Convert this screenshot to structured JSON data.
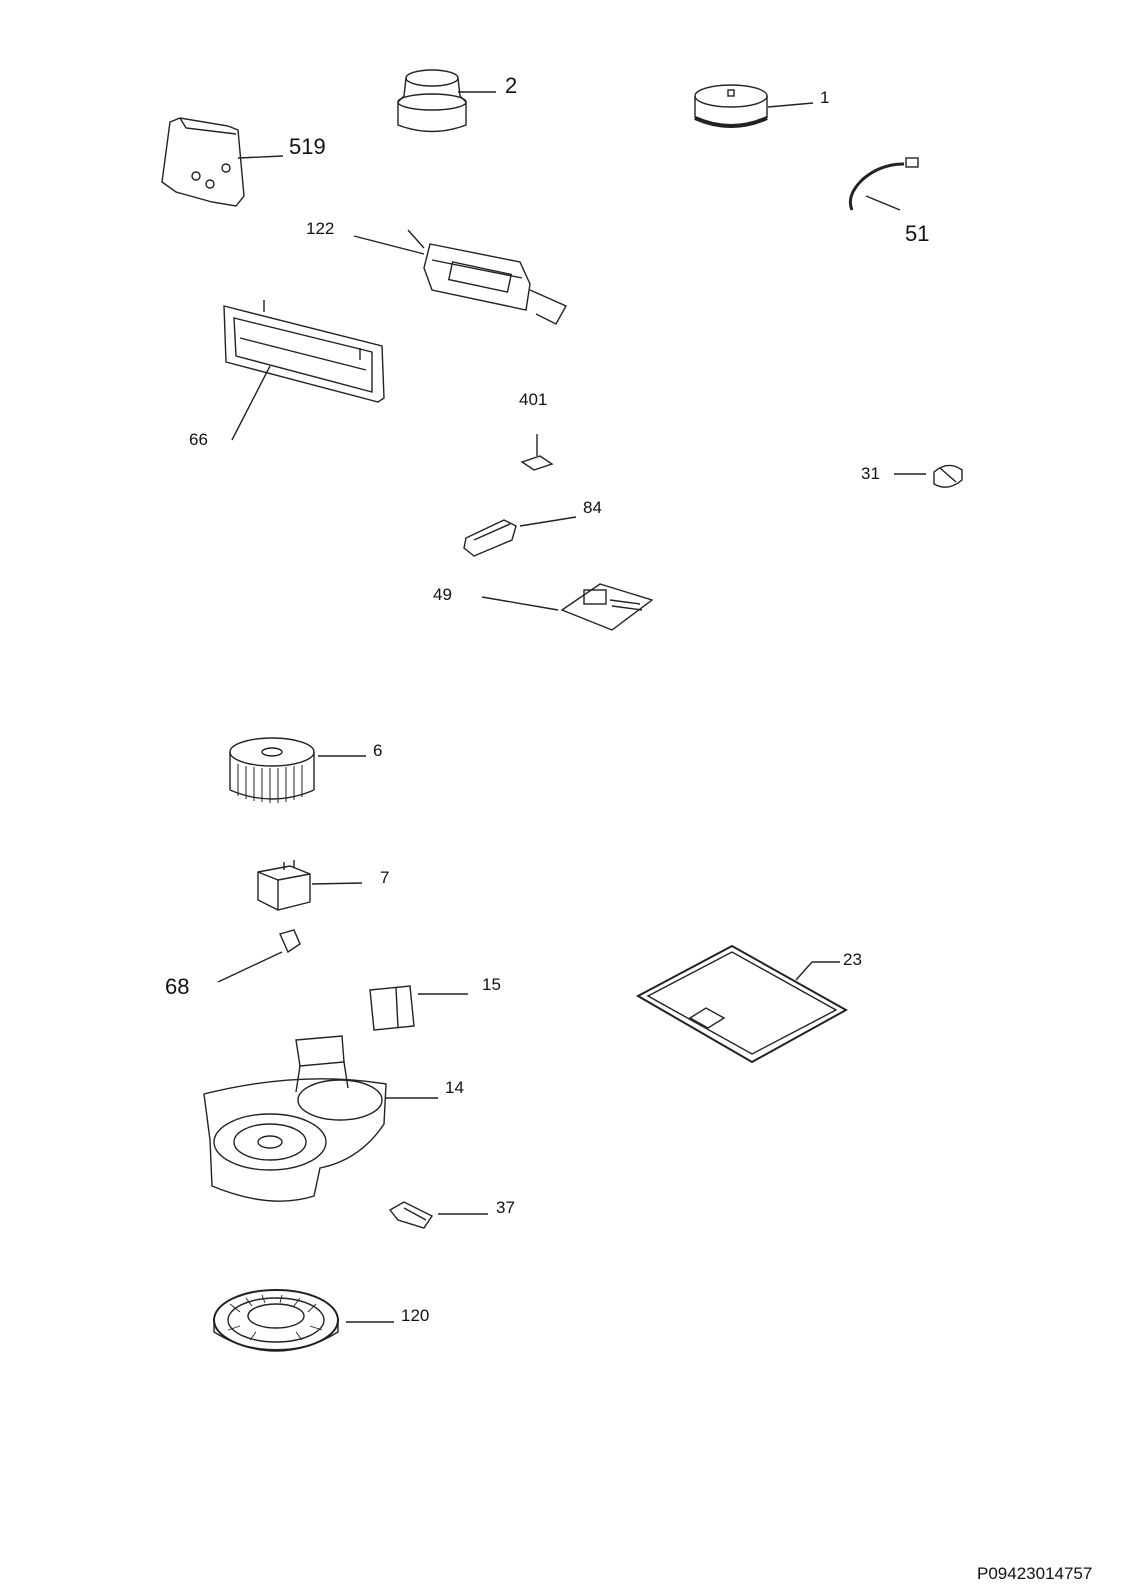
{
  "parts": [
    {
      "key": "p2",
      "number": "2"
    },
    {
      "key": "p1",
      "number": "1"
    },
    {
      "key": "p519",
      "number": "519"
    },
    {
      "key": "p51",
      "number": "51"
    },
    {
      "key": "p122",
      "number": "122"
    },
    {
      "key": "p66",
      "number": "66"
    },
    {
      "key": "p401",
      "number": "401"
    },
    {
      "key": "p31",
      "number": "31"
    },
    {
      "key": "p84",
      "number": "84"
    },
    {
      "key": "p49",
      "number": "49"
    },
    {
      "key": "p6",
      "number": "6"
    },
    {
      "key": "p7",
      "number": "7"
    },
    {
      "key": "p68",
      "number": "68"
    },
    {
      "key": "p15",
      "number": "15"
    },
    {
      "key": "p23",
      "number": "23"
    },
    {
      "key": "p14",
      "number": "14"
    },
    {
      "key": "p37",
      "number": "37"
    },
    {
      "key": "p120",
      "number": "120"
    }
  ],
  "document_id": "P09423014757"
}
